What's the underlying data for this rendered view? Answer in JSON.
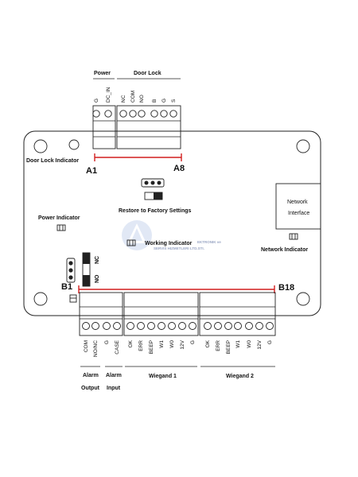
{
  "top_headers": {
    "power": "Power",
    "door_lock": "Door Lock"
  },
  "top_pins": [
    "G",
    "DC_IN",
    "NC",
    "COM",
    "NO",
    "B",
    "G",
    "S"
  ],
  "markers": {
    "a1": "A1",
    "a8": "A8",
    "b1": "B1",
    "b18": "B18"
  },
  "labels": {
    "door_lock_indicator": "Door Lock Indicator",
    "restore": "Restore to Factory Settings",
    "power_indicator": "Power Indicator",
    "working_indicator": "Working Indicator",
    "network_interface_line1": "Network",
    "network_interface_line2": "Interface",
    "network_indicator": "Network Indicator",
    "switch_nc": "NC",
    "switch_no": "NO"
  },
  "watermark": {
    "line1": "EKTRONIK ve",
    "line2": "SERVIS HIZMETLERI LTD.STI."
  },
  "bottom_pins": [
    "COM",
    "NO/NC",
    "G",
    "CASE",
    "OK",
    "ERR",
    "BEEP",
    "W1",
    "W0",
    "12V",
    "G",
    "OK",
    "ERR",
    "BEEP",
    "W1",
    "W0",
    "12V",
    "G"
  ],
  "bottom_groups": {
    "alarm_output_1": "Alarm",
    "alarm_output_2": "Output",
    "alarm_input_1": "Alarm",
    "alarm_input_2": "Input",
    "wiegand1": "Wiegand 1",
    "wiegand2": "Wiegand 2"
  },
  "colors": {
    "marker_line": "#d21e1e",
    "ink": "#111111",
    "watermark": "#9aa6c4"
  }
}
